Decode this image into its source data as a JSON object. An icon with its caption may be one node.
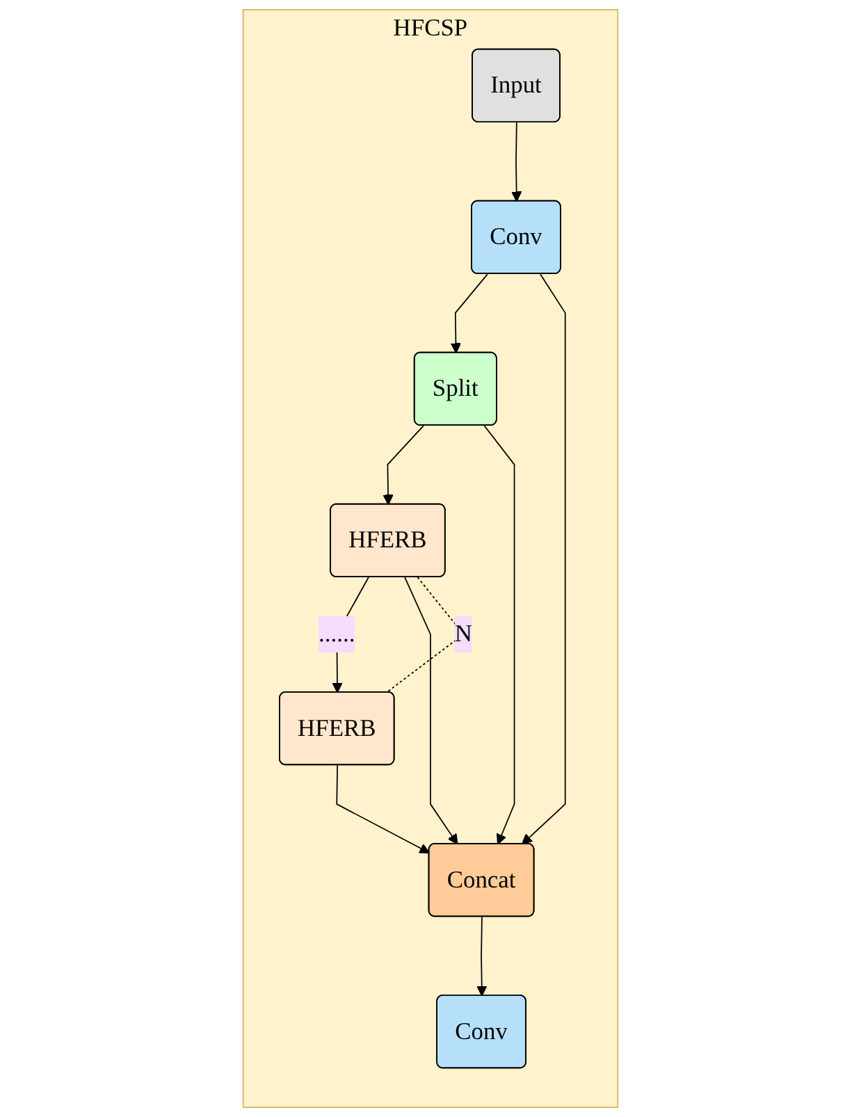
{
  "diagram": {
    "nodes": [
      {
        "text": [
          "HFCSP"
        ]
      },
      {
        "text": [
          "Input"
        ],
        "in": 0
      },
      {
        "text": [
          "Conv"
        ],
        "in": 0
      },
      {
        "text": [
          "Split"
        ],
        "in": 0
      },
      {
        "text": [
          "HFERB"
        ],
        "in": 0
      },
      {
        "text": [
          "HFERB"
        ],
        "in": 0
      },
      {
        "text": [
          "Concat"
        ],
        "in": 0
      },
      {
        "text": [
          "Conv"
        ],
        "in": 0
      }
    ],
    "edges": [
      {
        "from": 1,
        "to": 2,
        "arrow": "to"
      },
      {
        "from": 2,
        "to": 3,
        "arrow": "to"
      },
      {
        "from": 3,
        "to": 4,
        "arrow": "to"
      },
      {
        "from": 4,
        "to": 5,
        "arrow": "to",
        "label": "......"
      },
      {
        "from": 5,
        "to": 6,
        "arrow": "to"
      },
      {
        "from": 2,
        "to": 6,
        "arrow": "to"
      },
      {
        "from": 3,
        "to": 6,
        "arrow": "to"
      },
      {
        "from": 4,
        "to": 6,
        "arrow": "to"
      },
      {
        "from": 4,
        "to": 5,
        "arrow": "none",
        "style": "dashed",
        "label": "N"
      },
      {
        "from": 6,
        "to": 7,
        "arrow": "to"
      }
    ]
  }
}
